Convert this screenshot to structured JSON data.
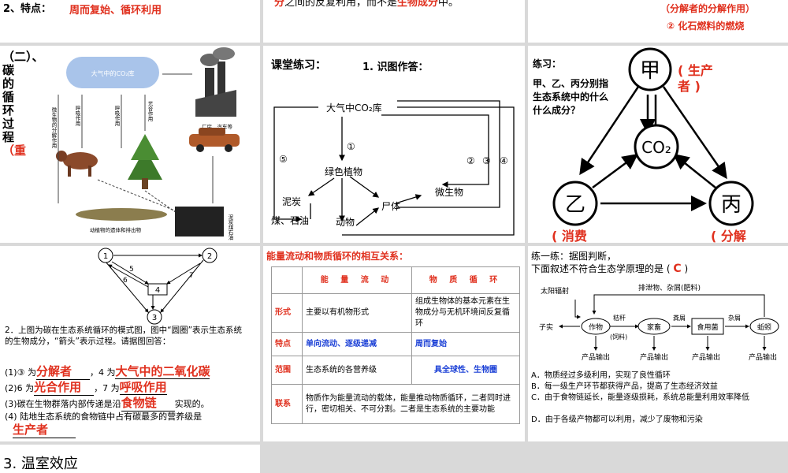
{
  "p1": {
    "prefix": "2、特点：",
    "value": "周而复始、循环利用"
  },
  "p2": {
    "red1": "分",
    "text": "之间的反复利用，而不是",
    "red2": "生物成分",
    "suffix": "中。"
  },
  "p3": {
    "line1": "（分解者的分解作用）",
    "line2": "② 化石燃料的燃烧"
  },
  "p4": {
    "side_title": "（二）、碳的循环过程",
    "side_red": "（重",
    "labels": {
      "pool": "大气中的CO₂库",
      "factory": "厂房、汽车等",
      "microbe": "微生物的分解作用",
      "resp1": "呼吸作用",
      "resp2": "呼吸作用",
      "photo": "光合作用",
      "remains": "动植物的遗体和排出物",
      "fossil": "泥炭煤石油"
    }
  },
  "p5": {
    "heading": "课堂练习：",
    "subheading": "1. 识图作答：",
    "labels": {
      "pool": "大气中CO₂库",
      "n1": "①",
      "n2": "②",
      "n3": "③",
      "n4": "④",
      "n5": "⑤",
      "plant": "绿色植物",
      "peat": "泥炭",
      "coal": "煤、石油",
      "animal": "动物",
      "corpse": "尸体",
      "microbe": "微生物"
    }
  },
  "p6": {
    "heading": "练习：",
    "question": "甲、乙、丙分别指生态系统中的什么什么成分？",
    "nodes": {
      "jia": "甲",
      "yi": "乙",
      "bing": "丙",
      "co2": "CO₂"
    },
    "answers": {
      "producer": "( 生产者 )",
      "consumer": "( 消费",
      "decomposer": "( 分解"
    }
  },
  "p7": {
    "q_intro": "2．上图为碳在生态系统循环的模式图，图中“圆圈”表示生态系统的生物成分，“箭头”表示过程。请据图回答：",
    "q1a": "(1)③ 为",
    "a1": "分解者",
    "q1b": "，4 为",
    "a1b": "大气中的二氧化碳",
    "q2a": "(2)6 为",
    "a2": "光合作用",
    "q2b": "，7 为",
    "a2b": "呼吸作用",
    "q3a": "(3)碳在生物群落内部传递是沿",
    "a3": "食物链",
    "q3b": "实现的。",
    "q4": "(4) 陆地生态系统的食物链中占有碳最多的营养级是",
    "a4": "生产者",
    "nodes": {
      "n1": "1",
      "n2": "2",
      "n3": "3",
      "n4": "4",
      "n5": "5",
      "n6": "6",
      "n7": "7"
    }
  },
  "p8": {
    "title": "能量流动和物质循环的相互关系：",
    "headers": [
      "",
      "能 量 流 动",
      "物 质 循 环"
    ],
    "rows": [
      {
        "label": "形式",
        "energy": "主要以有机物形式",
        "matter": "组成生物体的基本元素在生物成分与无机环境间反复循环"
      },
      {
        "label": "特点",
        "energy": "单向流动、逐级递减",
        "matter": "周而复始"
      },
      {
        "label": "范围",
        "energy": "生态系统的各营养级",
        "matter": "具全球性、生物圈"
      },
      {
        "label": "联系",
        "energy": "物质作为能量流动的载体，能量推动物质循环，二者同时进行，密切相关、不可分割。二者是生态系统的主要功能",
        "matter": ""
      }
    ]
  },
  "p9": {
    "intro": "练一练：据图判断，",
    "question": "下面叙述不符合生态学原理的是 (",
    "answer": "C",
    "close": ")",
    "labels": {
      "top": "排泄物、杂屑(肥料)",
      "sun": "太阳辐射",
      "seed": "子实",
      "crop": "作物",
      "straw": "秸秆",
      "feed": "(饲料)",
      "livestock": "家畜",
      "dung": "粪屑",
      "fungus": "食用菌",
      "debris": "杂屑",
      "worm": "蚯蚓",
      "out1": "产品输出",
      "out2": "产品输出",
      "out3": "产品输出",
      "out4": "产品输出"
    },
    "options": [
      "A．物质经过多级利用，实现了良性循环",
      "B．每一级生产环节都获得产品，提高了生态经济效益",
      "C．由于食物链延长，能量逐级损耗，系统总能量利用效率降低",
      "D．由于各级产物都可以利用，减少了废物和污染"
    ]
  },
  "p10": {
    "title": "3. 温室效应"
  }
}
